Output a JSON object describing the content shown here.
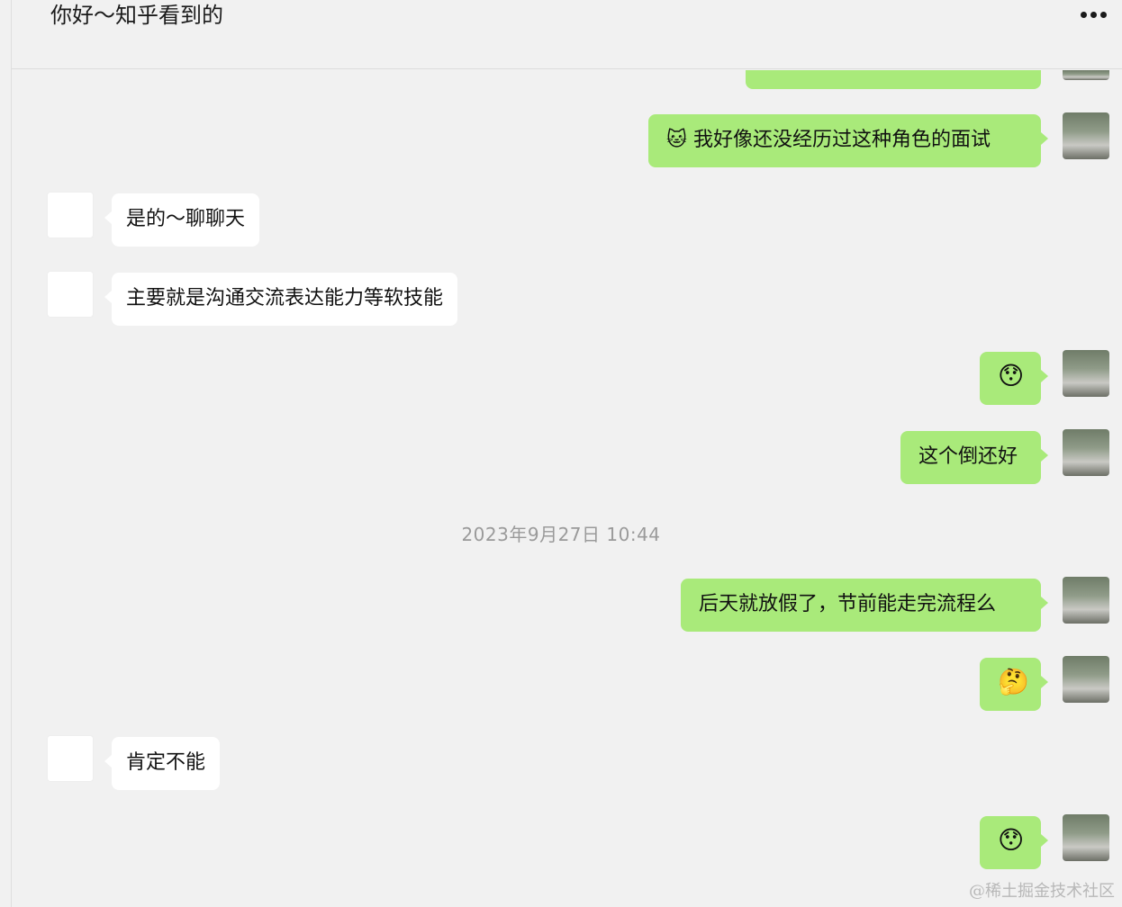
{
  "header": {
    "title": "你好～知乎看到的",
    "more_icon": "more-horizontal-icon"
  },
  "messages": [
    {
      "from": "me",
      "text": "我好像还没经历过这种角色的面试",
      "emoji_prefix": "🐱"
    },
    {
      "from": "them",
      "text": "是的～聊聊天"
    },
    {
      "from": "them",
      "text": "主要就是沟通交流表达能力等软技能"
    },
    {
      "from": "me",
      "text": "😯"
    },
    {
      "from": "me",
      "text": "这个倒还好"
    },
    {
      "from": "me",
      "text": "后天就放假了，节前能走完流程么"
    },
    {
      "from": "me",
      "text": "🤔"
    },
    {
      "from": "them",
      "text": "肯定不能"
    },
    {
      "from": "me",
      "text": "😯"
    }
  ],
  "timestamp": "2023年9月27日 10:44",
  "watermark": "@稀土掘金技术社区",
  "colors": {
    "my_bubble": "#a9ea7a",
    "their_bubble": "#ffffff",
    "background": "#f1f1f1"
  }
}
